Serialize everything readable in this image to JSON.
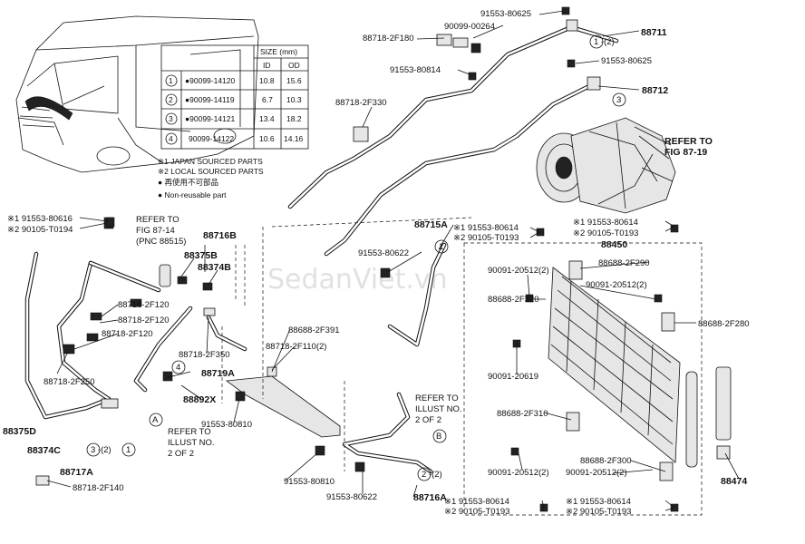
{
  "watermark": "SedanViet.vn",
  "size_table": {
    "title": "SIZE (mm)",
    "col_id": "ID",
    "col_od": "OD",
    "rows": [
      {
        "idx": "1",
        "part": "●90099-14120",
        "id": "10.8",
        "od": "15.6"
      },
      {
        "idx": "2",
        "part": "●90099-14119",
        "id": "6.7",
        "od": "10.3"
      },
      {
        "idx": "3",
        "part": "●90099-14121",
        "id": "13.4",
        "od": "18.2"
      },
      {
        "idx": "4",
        "part": "90099-14122",
        "id": "10.6",
        "od": "14.16"
      }
    ]
  },
  "legend": {
    "l1": "※1 JAPAN SOURCED PARTS",
    "l2": "※2 LOCAL SOURCED PARTS",
    "l3": "● 再使用不可部品",
    "l4": "● Non-reusable part"
  },
  "labels": {
    "p91553_80625_top": "91553-80625",
    "p90099_00264": "90099-00264",
    "p88711": "88711",
    "p88718_2f180": "88718-2F180",
    "c1_2_top": "1 -(2)",
    "p91553_80814": "91553-80814",
    "p91553_80625_mid": "91553-80625",
    "p88712": "88712",
    "c3_top": "3",
    "p88718_2f330": "88718-2F330",
    "refer_87_19_a": "REFER TO",
    "refer_87_19_b": "FIG 87-19",
    "n91553_80616": "※1 91553-80616",
    "n90105_t0194": "※2 90105-T0194",
    "refer_87_14_a": "REFER TO",
    "refer_87_14_b": "FIG 87-14",
    "refer_87_14_c": "(PNC 88515)",
    "p88716b": "88716B",
    "p88375b": "88375B",
    "p88374b": "88374B",
    "p88715a": "88715A",
    "n91553_80614_a": "※1 91553-80614",
    "n90105_t0193_a": "※2 90105-T0193",
    "n91553_80614_b": "※1 91553-80614",
    "n90105_t0193_b": "※2 90105-T0193",
    "p88450": "88450",
    "p91553_80622_top": "91553-80622",
    "c1_mid": "1",
    "p90091_20512_a": "90091-20512(2)",
    "p88688_2f290": "88688-2F290",
    "p88688_2f320": "88688-2F320",
    "p90091_20512_b": "90091-20512(2)",
    "p88688_2f280": "88688-2F280",
    "p88718_2f120_a": "88718-2F120",
    "p88718_2f120_b": "88718-2F120",
    "p88718_2f120_c": "88718-2F120",
    "p88688_2f391": "88688-2F391",
    "p88718_2f110": "88718-2F110(2)",
    "p88718_2f350": "88718-2F350",
    "p88719a": "88719A",
    "c4": "4",
    "p88718_2f250": "88718-2F250",
    "p88892x": "88892X",
    "p90091_20619": "90091-20619",
    "p88375d": "88375D",
    "p88374c": "88374C",
    "p91553_80810_a": "91553-80810",
    "refer_ill_a1": "REFER TO",
    "refer_ill_a2": "ILLUST NO.",
    "refer_ill_a3": "2 OF 2",
    "refer_ill_b1": "REFER TO",
    "refer_ill_b2": "ILLUST NO.",
    "refer_ill_b3": "2 OF 2",
    "circ_a": "A",
    "circ_b": "B",
    "p88688_2f310": "88688-2F310",
    "c3_2_1": "3 -(2)",
    "c1_bot": "1",
    "p88717a": "88717A",
    "p88718_2f140": "88718-2F140",
    "p91553_80810_b": "91553-80810",
    "p91553_80622_bot": "91553-80622",
    "c2_2": "2 -(2)",
    "p88716a": "88716A",
    "p90091_20512_c": "90091-20512(2)",
    "p88688_2f300": "88688-2F300",
    "p90091_20512_d": "90091-20512(2)",
    "p88474": "88474",
    "n91553_80614_c": "※1 91553-80614",
    "n90105_t0193_c": "※2 90105-T0193",
    "n91553_80614_d": "※1 91553-80614",
    "n90105_t0193_d": "※2 90105-T0193"
  }
}
